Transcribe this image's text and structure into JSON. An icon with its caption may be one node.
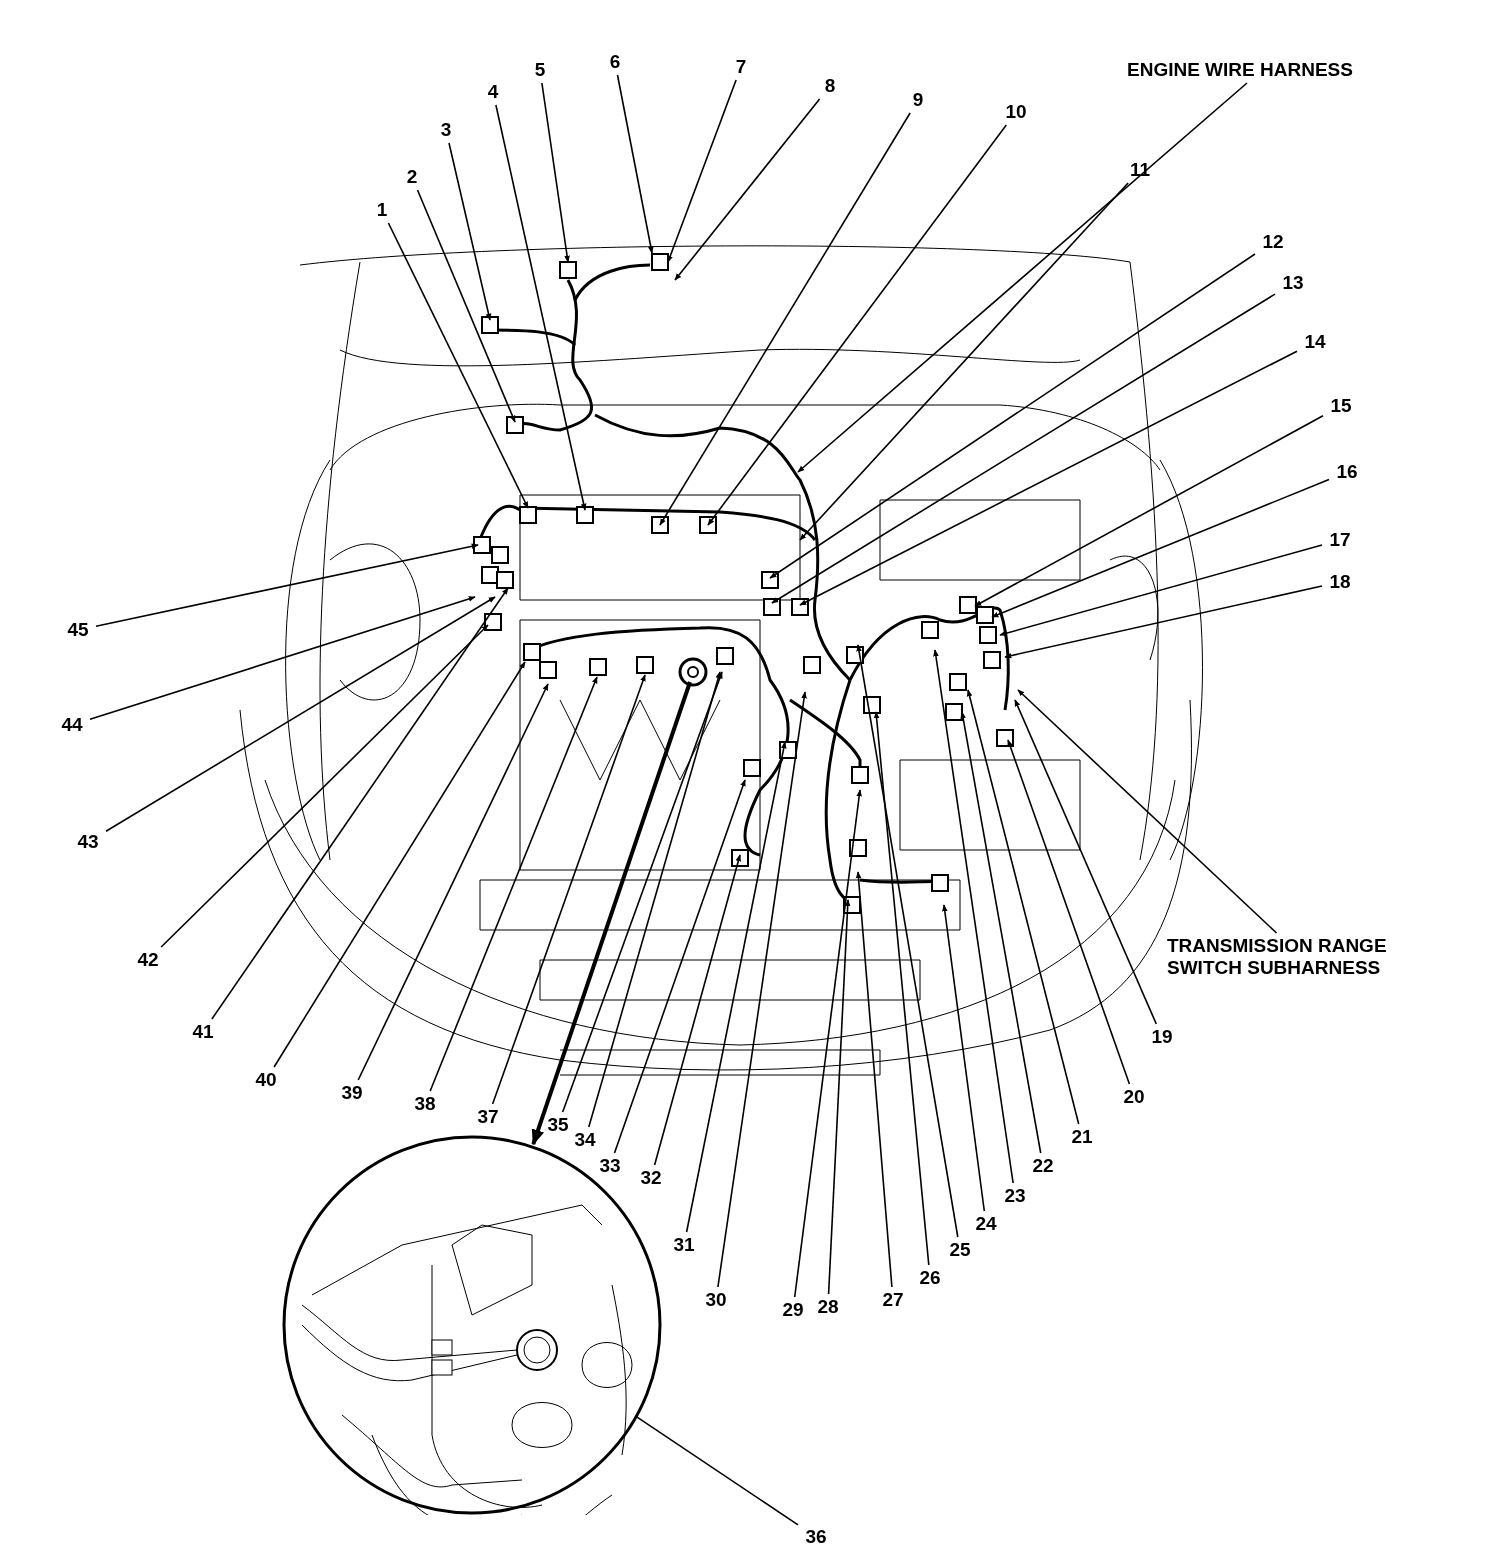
{
  "diagram": {
    "nodes": [
      {
        "text": [
          "1"
        ]
      },
      {
        "text": [
          "2"
        ]
      },
      {
        "text": [
          "3"
        ]
      },
      {
        "text": [
          "4"
        ]
      },
      {
        "text": [
          "5"
        ]
      },
      {
        "text": [
          "6"
        ]
      },
      {
        "text": [
          "7"
        ]
      },
      {
        "text": [
          "8"
        ]
      },
      {
        "text": [
          "9"
        ]
      },
      {
        "text": [
          "10"
        ]
      },
      {
        "text": [
          "11"
        ]
      },
      {
        "text": [
          "12"
        ]
      },
      {
        "text": [
          "13"
        ]
      },
      {
        "text": [
          "14"
        ]
      },
      {
        "text": [
          "15"
        ]
      },
      {
        "text": [
          "16"
        ]
      },
      {
        "text": [
          "17"
        ]
      },
      {
        "text": [
          "18"
        ]
      },
      {
        "text": [
          "19"
        ]
      },
      {
        "text": [
          "20"
        ]
      },
      {
        "text": [
          "21"
        ]
      },
      {
        "text": [
          "22"
        ]
      },
      {
        "text": [
          "23"
        ]
      },
      {
        "text": [
          "24"
        ]
      },
      {
        "text": [
          "25"
        ]
      },
      {
        "text": [
          "26"
        ]
      },
      {
        "text": [
          "27"
        ]
      },
      {
        "text": [
          "28"
        ]
      },
      {
        "text": [
          "29"
        ]
      },
      {
        "text": [
          "30"
        ]
      },
      {
        "text": [
          "31"
        ]
      },
      {
        "text": [
          "32"
        ]
      },
      {
        "text": [
          "33"
        ]
      },
      {
        "text": [
          "34"
        ]
      },
      {
        "text": [
          "35"
        ]
      },
      {
        "text": [
          "36"
        ]
      },
      {
        "text": [
          "37"
        ]
      },
      {
        "text": [
          "38"
        ]
      },
      {
        "text": [
          "39"
        ]
      },
      {
        "text": [
          "40"
        ]
      },
      {
        "text": [
          "41"
        ]
      },
      {
        "text": [
          "42"
        ]
      },
      {
        "text": [
          "43"
        ]
      },
      {
        "text": [
          "44"
        ]
      },
      {
        "text": [
          "45"
        ]
      },
      {
        "text": [
          "ENGINE WIRE HARNESS"
        ]
      },
      {
        "text": [
          "TRANSMISSION RANGE SWITCH SUBHARNESS"
        ]
      },
      {
        "text": [],
        "shape": "circle"
      },
      {
        "text": [],
        "shape": "picture",
        "in": 47
      }
    ],
    "edges": [
      {
        "from": 0,
        "to": null,
        "arrow": "to"
      },
      {
        "from": 1,
        "to": null,
        "arrow": "to"
      },
      {
        "from": 2,
        "to": null,
        "arrow": "to"
      },
      {
        "from": 3,
        "to": null,
        "arrow": "to"
      },
      {
        "from": 4,
        "to": null,
        "arrow": "to"
      },
      {
        "from": 5,
        "to": null,
        "arrow": "to"
      },
      {
        "from": 6,
        "to": null,
        "arrow": "to"
      },
      {
        "from": 7,
        "to": null,
        "arrow": "to"
      },
      {
        "from": 8,
        "to": null,
        "arrow": "to"
      },
      {
        "from": 9,
        "to": null,
        "arrow": "to"
      },
      {
        "from": 10,
        "to": null,
        "arrow": "to"
      },
      {
        "from": 11,
        "to": null,
        "arrow": "to"
      },
      {
        "from": 12,
        "to": null,
        "arrow": "to"
      },
      {
        "from": 13,
        "to": null,
        "arrow": "to"
      },
      {
        "from": 14,
        "to": null,
        "arrow": "to"
      },
      {
        "from": 15,
        "to": null,
        "arrow": "to"
      },
      {
        "from": 16,
        "to": null,
        "arrow": "to"
      },
      {
        "from": 17,
        "to": null,
        "arrow": "to"
      },
      {
        "from": 18,
        "to": null,
        "arrow": "to"
      },
      {
        "from": 19,
        "to": null,
        "arrow": "to"
      },
      {
        "from": 20,
        "to": null,
        "arrow": "to"
      },
      {
        "from": 21,
        "to": null,
        "arrow": "to"
      },
      {
        "from": 22,
        "to": null,
        "arrow": "to"
      },
      {
        "from": 23,
        "to": null,
        "arrow": "to"
      },
      {
        "from": 24,
        "to": null,
        "arrow": "to"
      },
      {
        "from": 25,
        "to": null,
        "arrow": "to"
      },
      {
        "from": 26,
        "to": null,
        "arrow": "to"
      },
      {
        "from": 27,
        "to": null,
        "arrow": "to"
      },
      {
        "from": 28,
        "to": null,
        "arrow": "to"
      },
      {
        "from": 29,
        "to": null,
        "arrow": "to"
      },
      {
        "from": 30,
        "to": null,
        "arrow": "to"
      },
      {
        "from": 31,
        "to": null,
        "arrow": "to"
      },
      {
        "from": 32,
        "to": null,
        "arrow": "to"
      },
      {
        "from": 33,
        "to": null,
        "arrow": "to"
      },
      {
        "from": 34,
        "to": null,
        "arrow": "to"
      },
      {
        "from": 35,
        "to": 48,
        "arrow": "to"
      },
      {
        "from": 36,
        "to": null,
        "arrow": "to"
      },
      {
        "from": 37,
        "to": null,
        "arrow": "to"
      },
      {
        "from": 38,
        "to": null,
        "arrow": "to"
      },
      {
        "from": 39,
        "to": null,
        "arrow": "to"
      },
      {
        "from": 40,
        "to": null,
        "arrow": "to"
      },
      {
        "from": 41,
        "to": null,
        "arrow": "to"
      },
      {
        "from": 42,
        "to": null,
        "arrow": "to"
      },
      {
        "from": 43,
        "to": null,
        "arrow": "to"
      },
      {
        "from": 44,
        "to": null,
        "arrow": "to"
      },
      {
        "from": 45,
        "to": null,
        "arrow": "to"
      },
      {
        "from": 46,
        "to": null,
        "arrow": "to"
      },
      {
        "from": null,
        "to": 47,
        "arrow": "to",
        "style": "thick"
      }
    ]
  }
}
